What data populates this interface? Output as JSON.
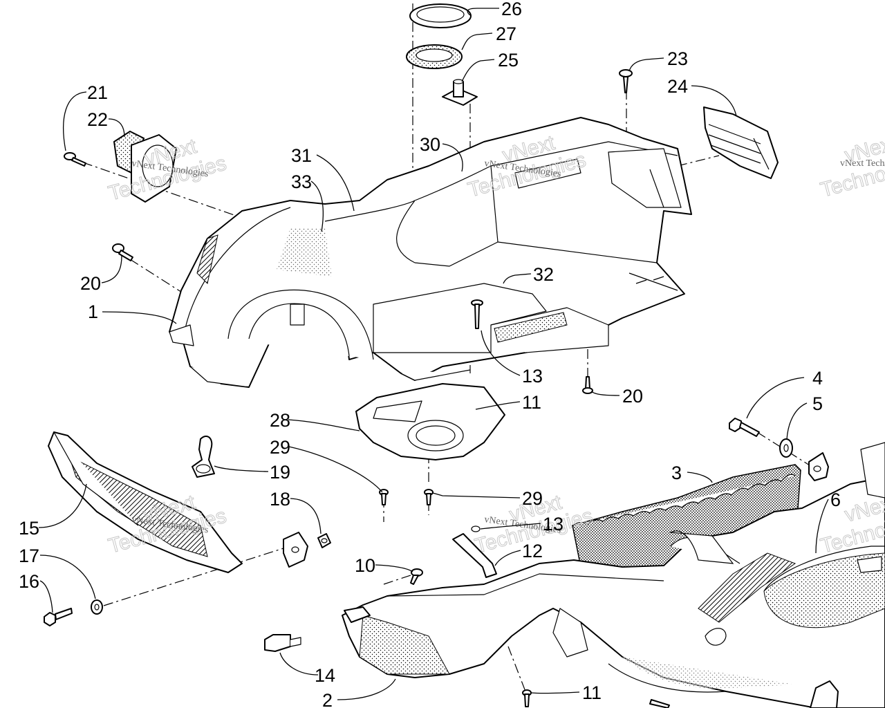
{
  "diagram": {
    "watermark": {
      "line1": "vNext",
      "line2": "Technologies",
      "small": "vNext Technologies"
    },
    "callouts": [
      {
        "id": "c26",
        "label": "26"
      },
      {
        "id": "c27",
        "label": "27"
      },
      {
        "id": "c25",
        "label": "25"
      },
      {
        "id": "c23",
        "label": "23"
      },
      {
        "id": "c24",
        "label": "24"
      },
      {
        "id": "c21",
        "label": "21"
      },
      {
        "id": "c22",
        "label": "22"
      },
      {
        "id": "c31",
        "label": "31"
      },
      {
        "id": "c30",
        "label": "30"
      },
      {
        "id": "c33",
        "label": "33"
      },
      {
        "id": "c32",
        "label": "32"
      },
      {
        "id": "c20a",
        "label": "20"
      },
      {
        "id": "c1",
        "label": "1"
      },
      {
        "id": "c13a",
        "label": "13"
      },
      {
        "id": "c20b",
        "label": "20"
      },
      {
        "id": "c11a",
        "label": "11"
      },
      {
        "id": "c28",
        "label": "28"
      },
      {
        "id": "c29a",
        "label": "29"
      },
      {
        "id": "c19",
        "label": "19"
      },
      {
        "id": "c18",
        "label": "18"
      },
      {
        "id": "c29b",
        "label": "29"
      },
      {
        "id": "c4",
        "label": "4"
      },
      {
        "id": "c5",
        "label": "5"
      },
      {
        "id": "c3",
        "label": "3"
      },
      {
        "id": "c6",
        "label": "6"
      },
      {
        "id": "c15",
        "label": "15"
      },
      {
        "id": "c17",
        "label": "17"
      },
      {
        "id": "c16",
        "label": "16"
      },
      {
        "id": "c10",
        "label": "10"
      },
      {
        "id": "c13b",
        "label": "13"
      },
      {
        "id": "c12",
        "label": "12"
      },
      {
        "id": "c14",
        "label": "14"
      },
      {
        "id": "c2",
        "label": "2"
      },
      {
        "id": "c11b",
        "label": "11"
      }
    ]
  }
}
